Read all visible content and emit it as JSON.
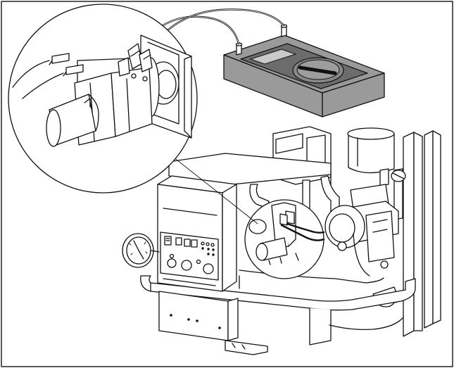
{
  "figure": {
    "description_labels": [],
    "colors": {
      "line": "#111111",
      "background": "#ffffff",
      "meter_body": "#9a9a9a",
      "meter_face": "#6c6c6c"
    },
    "parts": [
      "multimeter",
      "test-leads",
      "magnified-detail-callout",
      "boiler-control-panel",
      "pressure-gauge",
      "circulation-pump",
      "expansion-vessel",
      "base-frame"
    ]
  }
}
